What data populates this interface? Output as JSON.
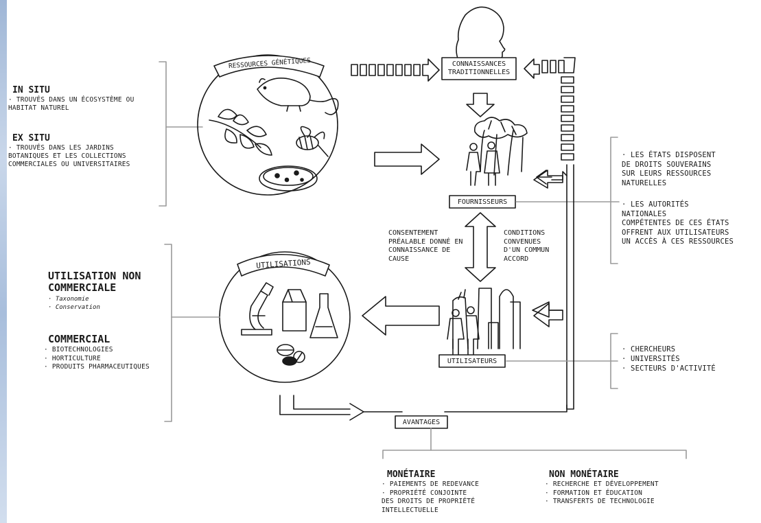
{
  "diagram": {
    "resources_title": "RESSOURCES GÉNÉTIQUES",
    "utilisations_title": "UTILISATIONS",
    "traditional_knowledge": "CONNAISSANCES\nTRADITIONNELLES",
    "providers": "FOURNISSEURS",
    "users": "UTILISATEURS",
    "benefits": "AVANTAGES",
    "consent": "CONSENTEMENT\nPRÉALABLE DONNÉ EN\nCONNAISSANCE DE\nCAUSE",
    "terms": "CONDITIONS\nCONVENUES\nD'UN COMMUN\nACCORD"
  },
  "left_top": {
    "in_situ_title": "IN SITU",
    "in_situ_text": "· TROUVÉS DANS UN ÉCOSYSTÈME OU\nHABITAT NATUREL",
    "ex_situ_title": "EX SITU",
    "ex_situ_text": "· TROUVÉS DANS LES JARDINS\nBOTANIQUES ET LES COLLECTIONS\nCOMMERCIALES OU UNIVERSITAIRES"
  },
  "left_bottom": {
    "non_commercial_title_1": "UTILISATION NON",
    "non_commercial_title_2": "COMMERCIALE",
    "non_commercial_items": "· Taxonomie\n· Conservation",
    "commercial_title": "COMMERCIAL",
    "commercial_items": "· BIOTECHNOLOGIES\n· HORTICULTURE\n· PRODUITS PHARMACEUTIQUES"
  },
  "right_top": {
    "text1": "· LES ÉTATS DISPOSENT\nDE DROITS SOUVERAINS\nSUR LEURS RESSOURCES\nNATURELLES",
    "text2": "· LES AUTORITÉS\nNATIONALES\nCOMPÉTENTES DE CES ÉTATS\nOFFRENT AUX UTILISATEURS\nUN ACCÈS À CES RESSOURCES"
  },
  "right_bottom": {
    "items": "· CHERCHEURS\n· UNIVERSITÉS\n· SECTEURS D'ACTIVITÉ"
  },
  "benefits": {
    "monetary_title": "MONÉTAIRE",
    "monetary_items": "· PAIEMENTS DE REDEVANCE\n· PROPRIÉTÉ CONJOINTE\nDES DROITS DE PROPRIÉTÉ\nINTELLECTUELLE",
    "non_monetary_title": "NON MONÉTAIRE",
    "non_monetary_items": "· RECHERCHE ET DÉVELOPPEMENT\n· FORMATION ET ÉDUCATION\n· TRANSFERTS DE TECHNOLOGIE"
  }
}
